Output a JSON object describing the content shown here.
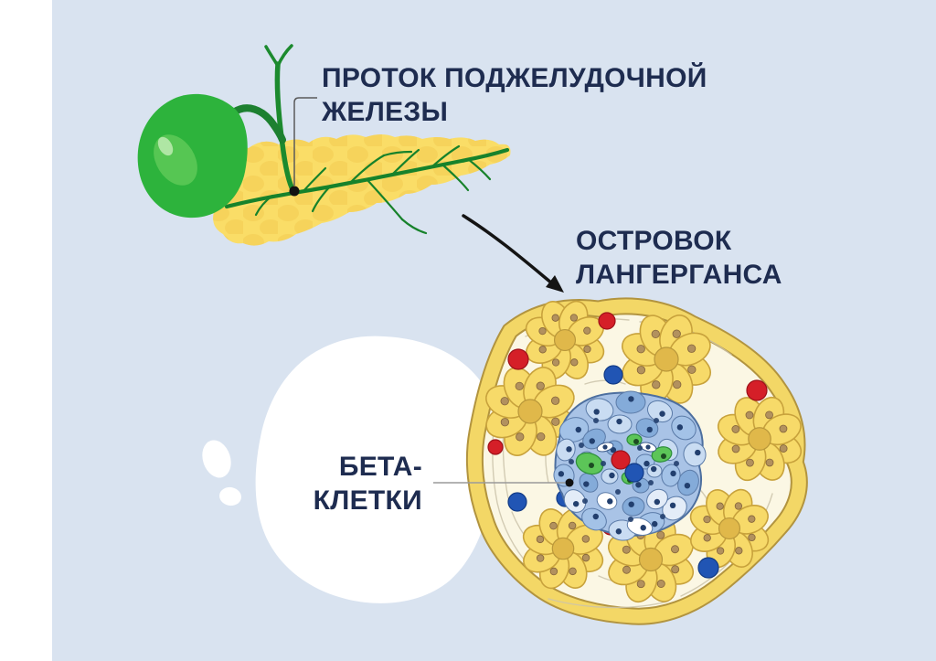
{
  "diagram": {
    "type": "medical-illustration",
    "subject": "pancreas islet of Langerhans",
    "labels": {
      "pancreatic_duct": "ПРОТОК ПОДЖЕЛУДОЧНОЙ ЖЕЛЕЗЫ",
      "islet_of_langerhans": "ОСТРОВОК ЛАНГЕРГАНСА",
      "beta_cells": "БЕТА-КЛЕТКИ"
    },
    "palette": {
      "canvas_white": "#ffffff",
      "panel_blue": "#d9e3f0",
      "label_navy": "#1e2c50",
      "pancreas_yellow": "#fadd67",
      "pancreas_bump_yellow": "#f1c94f",
      "duct_green": "#1c8a2e",
      "gallbladder_green": "#2db33c",
      "islet_band_yellow": "#f3d766",
      "islet_outline_brown": "#b2943f",
      "islet_interior_cream": "#fbf7e4",
      "acinar_petal_yellow": "#f7da69",
      "beta_cell_blue": "#84abd9",
      "alpha_cell_green": "#5cc558",
      "red_cell": "#d51f28",
      "blue_cell": "#2155b4",
      "arrow_black": "#141414"
    }
  }
}
